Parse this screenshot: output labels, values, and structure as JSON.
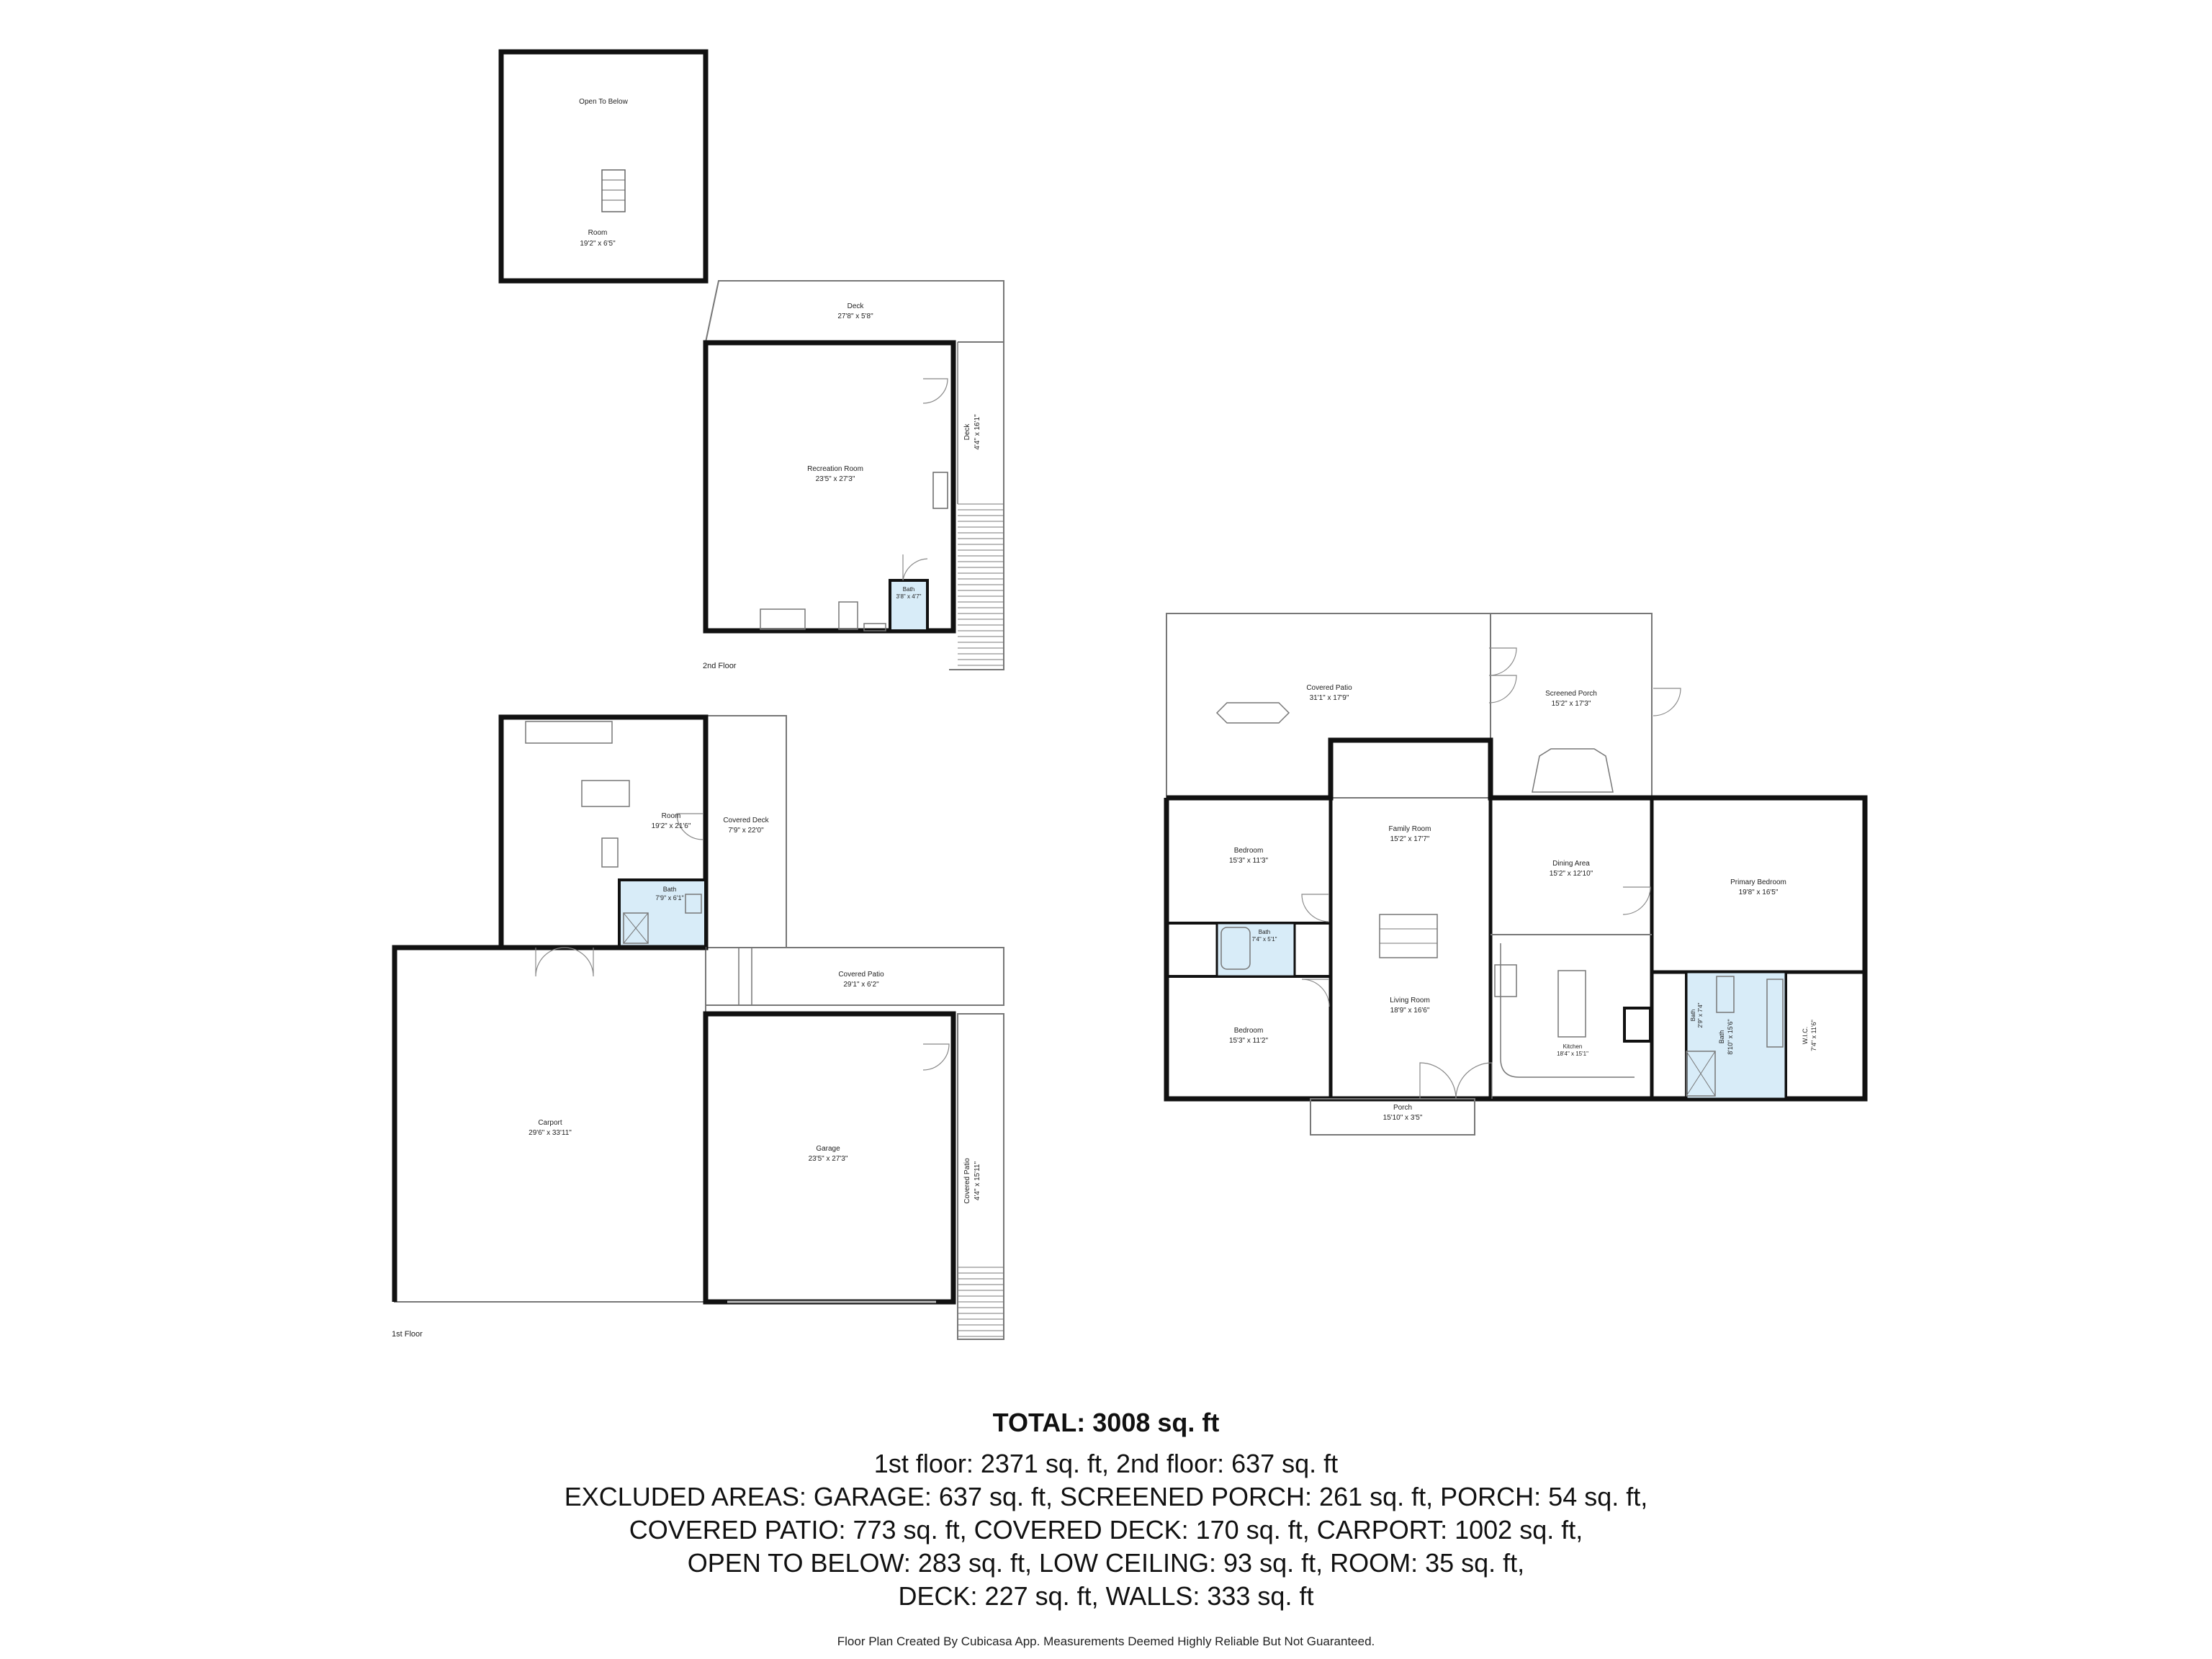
{
  "floors": {
    "second": "2nd Floor",
    "first": "1st Floor"
  },
  "rooms": {
    "open_to_below": "Open To Below",
    "loft_room": {
      "name": "Room",
      "dim": "19'2\" x 6'5\""
    },
    "deck_top": {
      "name": "Deck",
      "dim": "27'8\" x 5'8\""
    },
    "recreation": {
      "name": "Recreation Room",
      "dim": "23'5\" x 27'3\""
    },
    "deck_side": {
      "name": "Deck",
      "dim": "4'4\" x 16'1\""
    },
    "bath_small": {
      "name": "Bath",
      "dim": "3'8\" x 4'7\""
    },
    "room_1st": {
      "name": "Room",
      "dim": "19'2\" x 21'6\""
    },
    "covered_deck": {
      "name": "Covered Deck",
      "dim": "7'9\" x 22'0\""
    },
    "bath_1st": {
      "name": "Bath",
      "dim": "7'9\" x 6'1\""
    },
    "covered_patio_small": {
      "name": "Covered Patio",
      "dim": "29'1\" x 6'2\""
    },
    "carport": {
      "name": "Carport",
      "dim": "29'6\" x 33'11\""
    },
    "garage": {
      "name": "Garage",
      "dim": "23'5\" x 27'3\""
    },
    "covered_patio_side": {
      "name": "Covered Patio",
      "dim": "4'4\" x 15'11\""
    },
    "covered_patio_main": {
      "name": "Covered Patio",
      "dim": "31'1\" x 17'9\""
    },
    "screened_porch": {
      "name": "Screened Porch",
      "dim": "15'2\" x 17'3\""
    },
    "family_room": {
      "name": "Family Room",
      "dim": "15'2\" x 17'7\""
    },
    "bedroom_1": {
      "name": "Bedroom",
      "dim": "15'3\" x 11'3\""
    },
    "dining": {
      "name": "Dining Area",
      "dim": "15'2\" x 12'10\""
    },
    "primary_bedroom": {
      "name": "Primary Bedroom",
      "dim": "19'8\" x 16'5\""
    },
    "bath_hall": {
      "name": "Bath",
      "dim": "7'4\" x 5'1\""
    },
    "living_room": {
      "name": "Living Room",
      "dim": "18'9\" x 16'6\""
    },
    "bedroom_2": {
      "name": "Bedroom",
      "dim": "15'3\" x 11'2\""
    },
    "kitchen": {
      "name": "Kitchen",
      "dim": "18'4\" x 15'1\""
    },
    "bath_master": {
      "name": "Bath",
      "dim": "8'10\" x 15'6\""
    },
    "wc": {
      "name": "Bath",
      "dim": "2'9\" x 7'4\""
    },
    "wic": {
      "name": "W.I.C.",
      "dim": "7'4\" x 11'6\""
    },
    "porch": {
      "name": "Porch",
      "dim": "15'10\" x 3'5\""
    }
  },
  "summary": {
    "total": "TOTAL: 3008 sq. ft",
    "line1": "1st floor: 2371 sq. ft, 2nd floor: 637 sq. ft",
    "line2": "EXCLUDED AREAS: GARAGE: 637 sq. ft, SCREENED PORCH: 261 sq. ft, PORCH: 54 sq. ft,",
    "line3": "COVERED PATIO: 773 sq. ft, COVERED DECK: 170 sq. ft, CARPORT: 1002 sq. ft,",
    "line4": "OPEN TO BELOW: 283 sq. ft, LOW CEILING: 93 sq. ft, ROOM: 35 sq. ft,",
    "line5": "DECK: 227 sq. ft, WALLS: 333 sq. ft"
  },
  "credit": "Floor Plan Created By Cubicasa App. Measurements Deemed Highly Reliable But Not Guaranteed.",
  "colors": {
    "wall": "#111111",
    "thin_line": "#888888",
    "bath_fill": "#d8ecf8",
    "text": "#222222"
  }
}
